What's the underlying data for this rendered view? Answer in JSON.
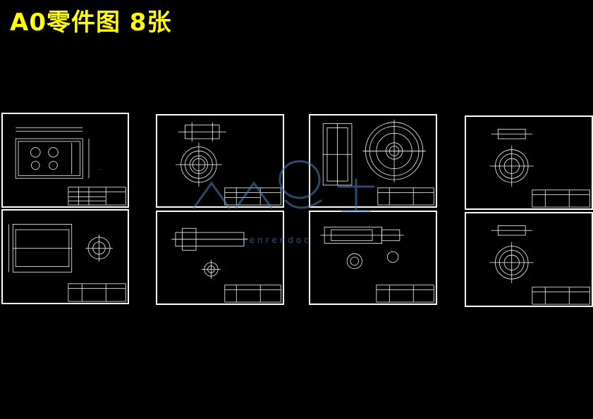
{
  "title": "A0零件图 8张",
  "colors": {
    "background": "#000000",
    "title": "#ffff00",
    "frame": "#ffffff",
    "watermark": "#4a86c8"
  },
  "watermark": {
    "icon": "renrendoc-watermark-logo-icon",
    "latin": "renrendoc"
  },
  "sheets": [
    {
      "id": "sheet-1",
      "kind": "plate-plan-view"
    },
    {
      "id": "sheet-2",
      "kind": "flange-hub"
    },
    {
      "id": "sheet-3",
      "kind": "pulley-wheel"
    },
    {
      "id": "sheet-4",
      "kind": "flange-hub-small"
    },
    {
      "id": "sheet-5",
      "kind": "splined-sleeve"
    },
    {
      "id": "sheet-6",
      "kind": "shaft"
    },
    {
      "id": "sheet-7",
      "kind": "stepped-shaft"
    },
    {
      "id": "sheet-8",
      "kind": "flange-hub-lower"
    }
  ]
}
